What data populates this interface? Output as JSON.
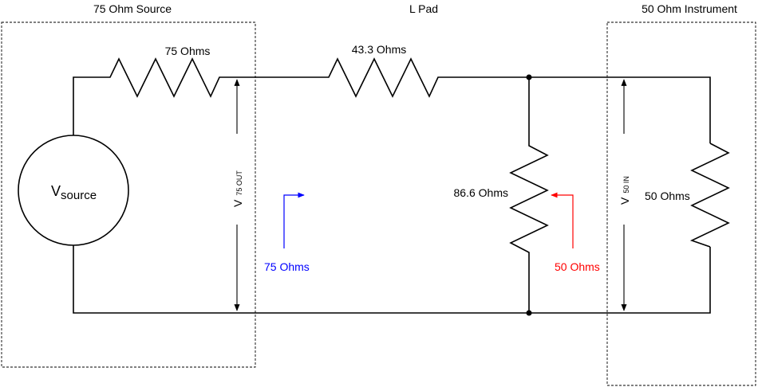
{
  "sections": {
    "source_title": "75 Ohm Source",
    "pad_title": "L Pad",
    "instrument_title": "50 Ohm Instrument"
  },
  "components": {
    "source_resistor": "75 Ohms",
    "series_resistor": "43.3 Ohms",
    "shunt_resistor": "86.6 Ohms",
    "load_resistor": "50 Ohms",
    "vsource_main": "V",
    "vsource_sub": "source"
  },
  "measurements": {
    "v75_main": "V",
    "v75_sub": "75 OUT",
    "v50_main": "V",
    "v50_sub": "50 IN"
  },
  "impedance_arrows": {
    "left_label": "75 Ohms",
    "left_color": "#0000ff",
    "right_label": "50 Ohms",
    "right_color": "#ff0000"
  }
}
